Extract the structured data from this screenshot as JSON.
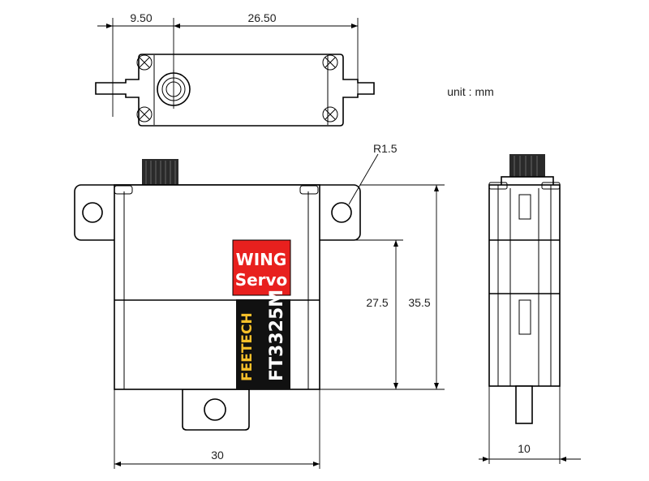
{
  "unit_note": "unit : mm",
  "dimensions": {
    "top_left": "9.50",
    "top_right": "26.50",
    "radius": "R1.5",
    "height_lower": "27.5",
    "height_total": "35.5",
    "width_front": "30",
    "width_side": "10"
  },
  "label": {
    "wing_line1": "WING",
    "wing_line2": "Servo",
    "brand": "FEETECH",
    "model": "FT3325M"
  },
  "colors": {
    "label_red": "#e8201e",
    "label_black": "#111111",
    "brand_yellow": "#f6c02a"
  }
}
